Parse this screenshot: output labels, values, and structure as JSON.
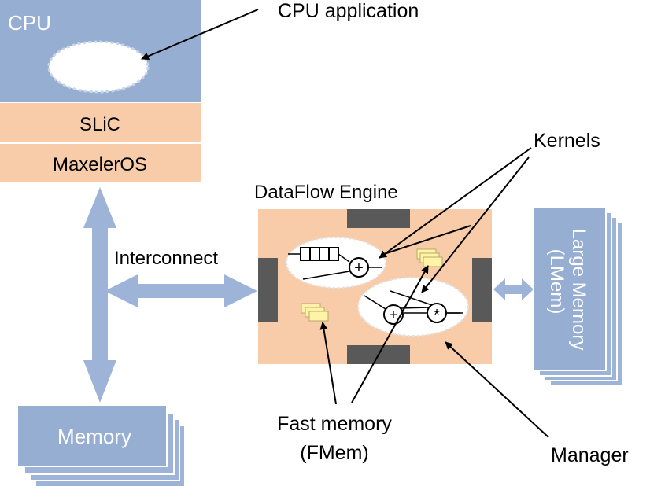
{
  "cpu": {
    "title": "CPU",
    "slic": "SLiC",
    "maxeleros": "MaxelerOS"
  },
  "labels": {
    "cpu_application": "CPU application",
    "kernels": "Kernels",
    "dataflow_engine": "DataFlow Engine",
    "interconnect": "Interconnect",
    "large_memory_line1": "Large Memory",
    "large_memory_line2": "(LMem)",
    "memory": "Memory",
    "fast_memory_line1": "Fast memory",
    "fast_memory_line2": "(FMem)",
    "manager": "Manager"
  },
  "kernel_symbols": {
    "plus": "+",
    "times": "*"
  },
  "colors": {
    "blue_box": "#97aed3",
    "blue_arrow": "#9db4d8",
    "orange": "#f8cca9",
    "dark_gray": "#595959",
    "fmem_yellow": "#fff3a8"
  }
}
